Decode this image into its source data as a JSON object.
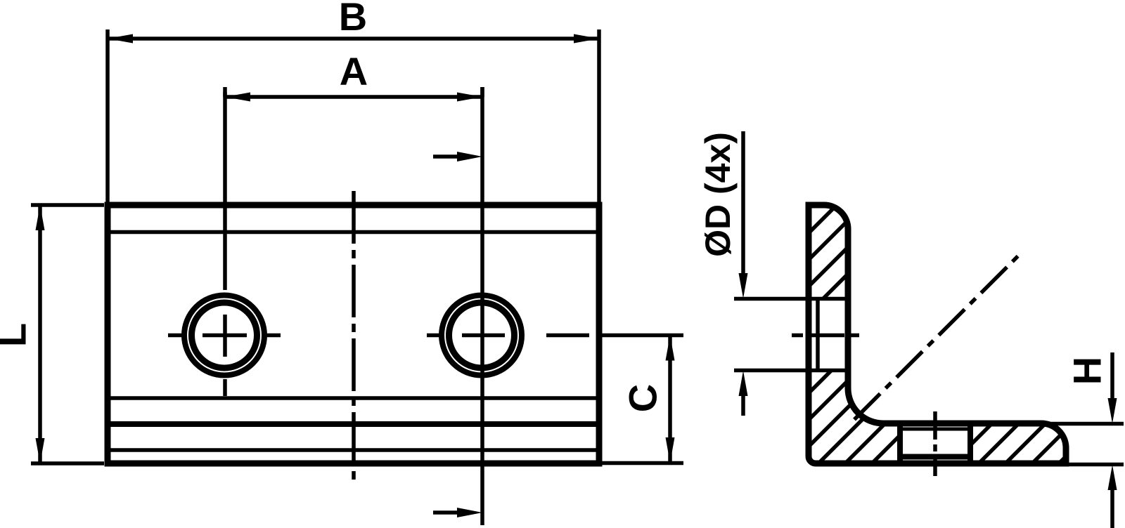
{
  "drawing": {
    "type": "technical-drawing",
    "subject": "angle bracket with two counterbored mounting holes",
    "views": {
      "front_view": "front view of bracket plate with two holes and centerlines",
      "side_view": "sectioned side view of L-profile with 45-degree hatching"
    },
    "line_color": "#000000",
    "background_color": "#ffffff"
  },
  "labels": {
    "overall_width": "B",
    "hole_spacing": "A",
    "height": "L",
    "hole_center_to_bottom": "C",
    "hole_diameter": "ØD (4x)",
    "leg_thickness": "H"
  }
}
